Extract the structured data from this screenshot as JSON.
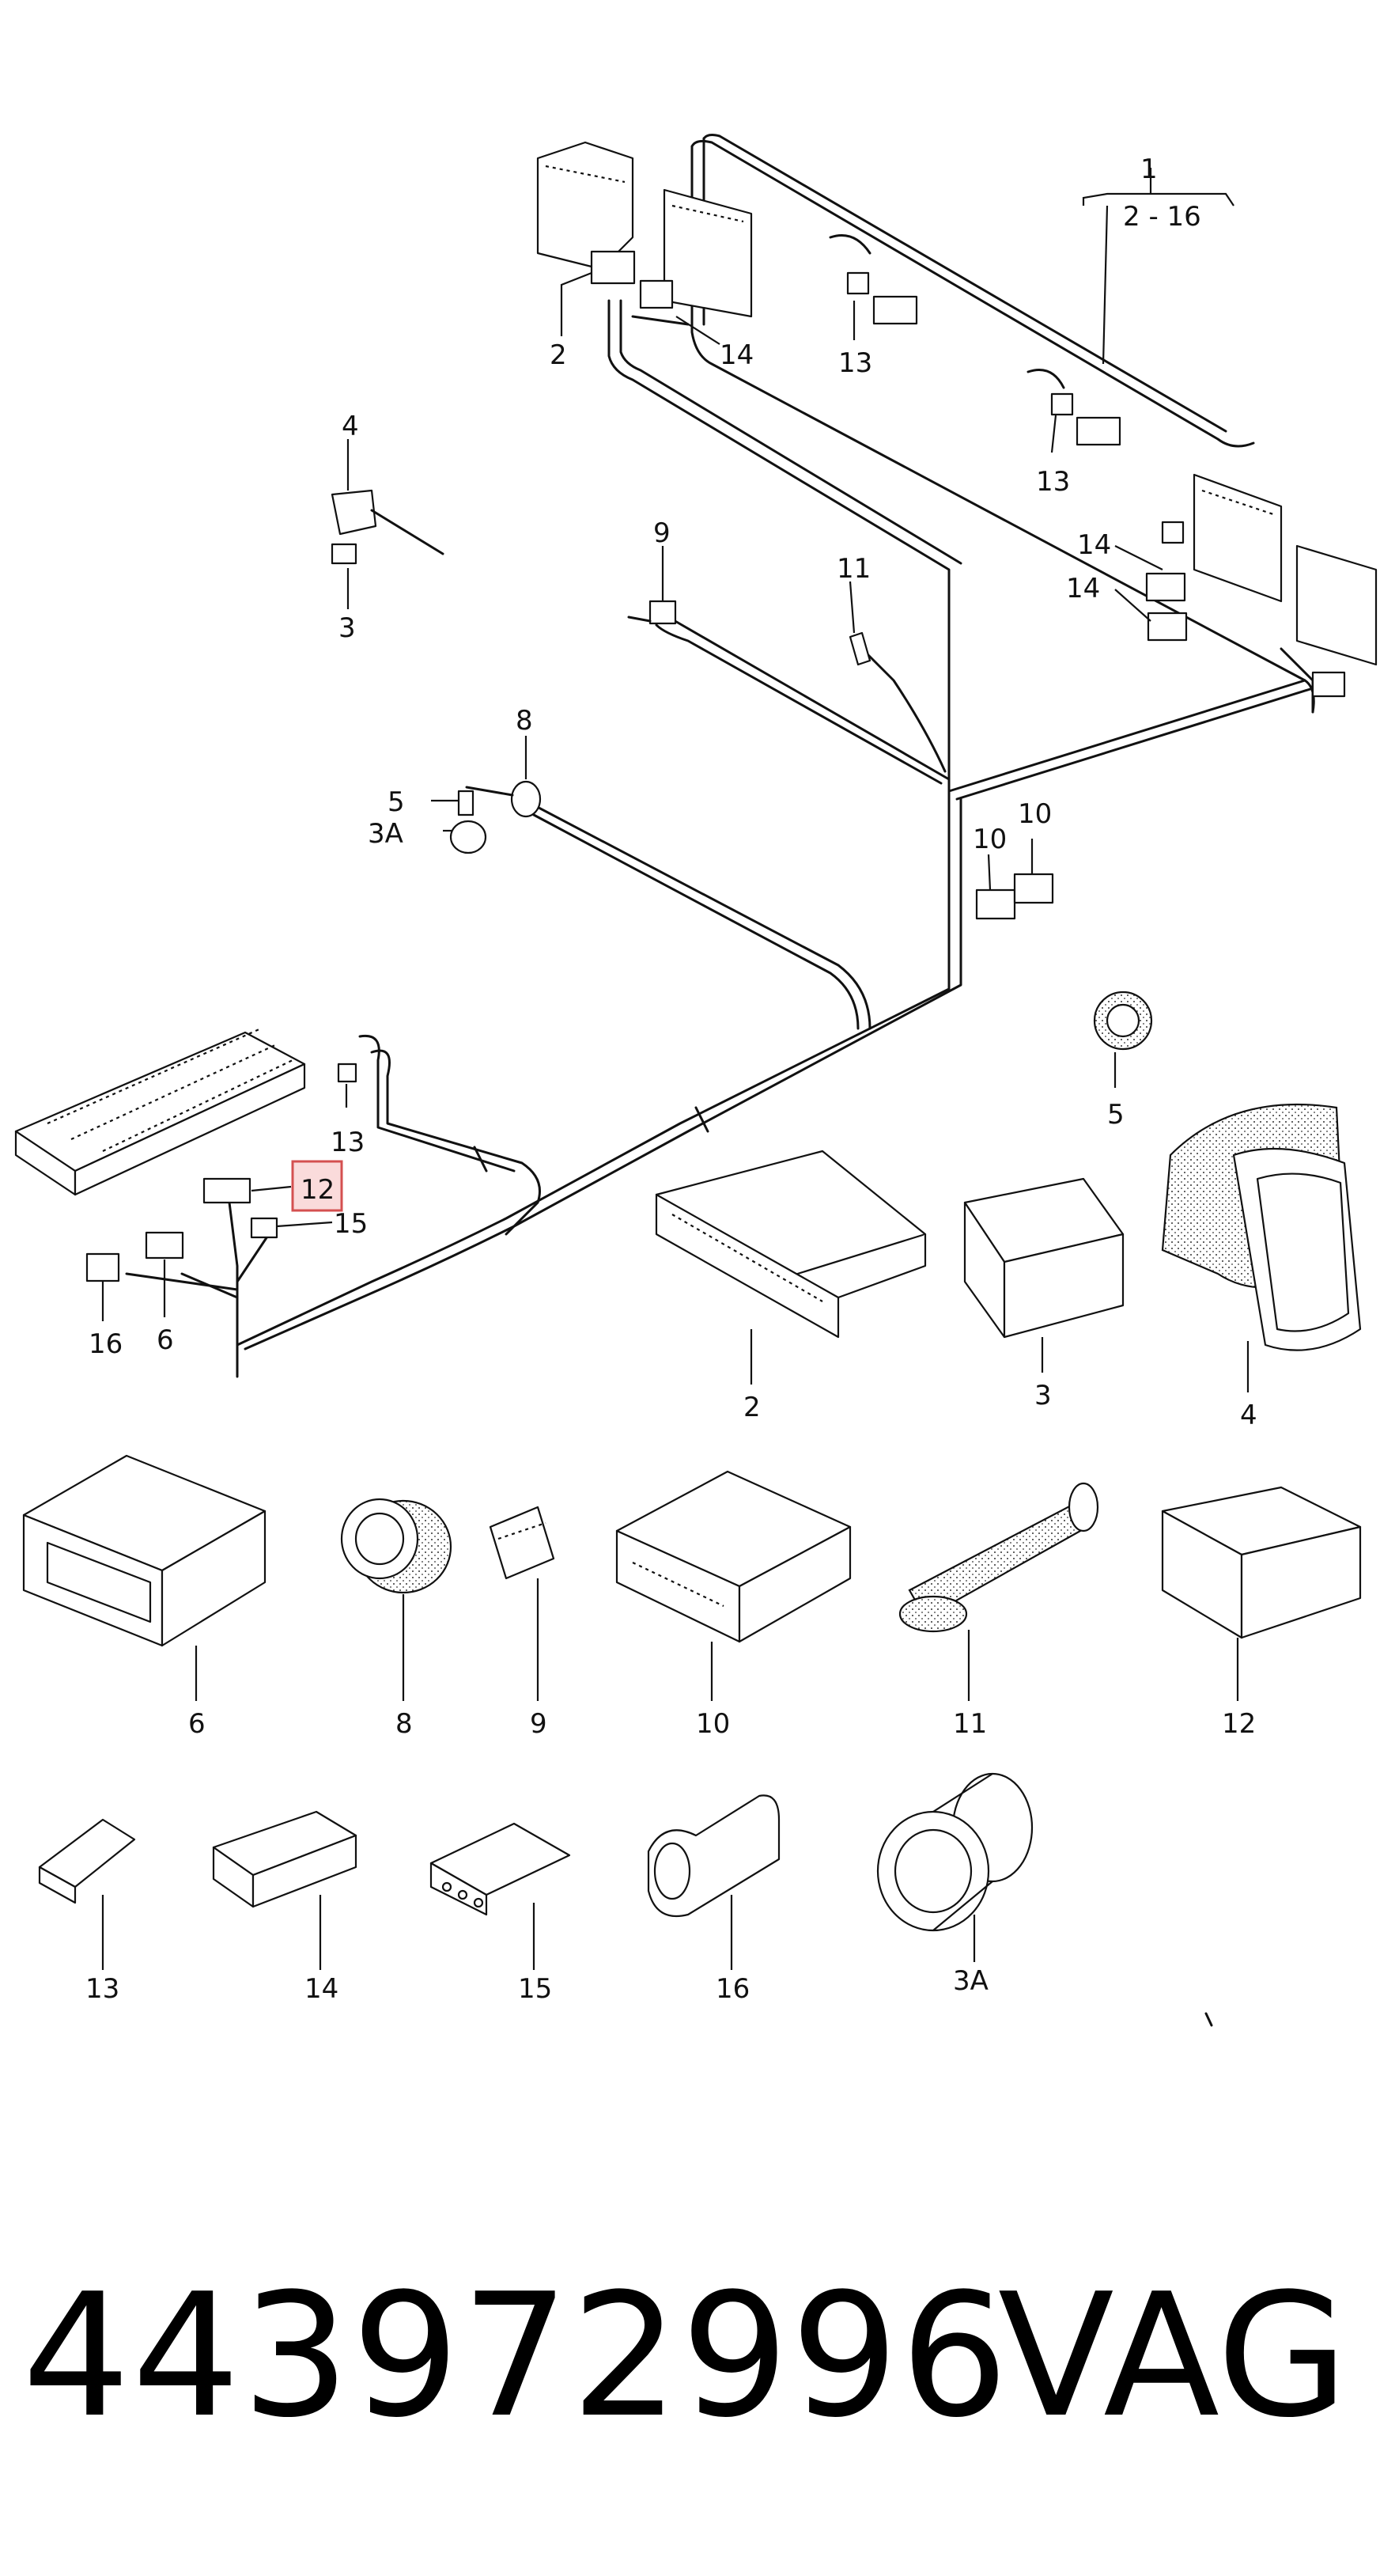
{
  "diagram": {
    "callouts": {
      "c1": "1",
      "c1_range": "2 - 16",
      "c2_top": "2",
      "c14_top": "14",
      "c13_top": "13",
      "c13_mid": "13",
      "c4_top": "4",
      "c3_top": "3",
      "c9_top": "9",
      "c11_top": "11",
      "c14_r1": "14",
      "c14_r2": "14",
      "c8_top": "8",
      "c5_top": "5",
      "c3A_top": "3A",
      "c10_a": "10",
      "c10_b": "10",
      "c5_detail": "5",
      "c13_left": "13",
      "c12_left": "12",
      "c15_left": "15",
      "c16_left": "16",
      "c6_left": "6",
      "c2_detail": "2",
      "c3_detail": "3",
      "c4_detail": "4",
      "c6_detail": "6",
      "c8_detail": "8",
      "c9_detail": "9",
      "c10_detail": "10",
      "c11_detail": "11",
      "c12_detail": "12",
      "c13_detail": "13",
      "c14_detail": "14",
      "c15_detail": "15",
      "c16_detail": "16",
      "c3A_detail": "3A"
    },
    "highlighted_callout": "12",
    "highlight_color": "#d45050"
  },
  "footer": {
    "part_number": "443972996",
    "brand": "VAG"
  }
}
